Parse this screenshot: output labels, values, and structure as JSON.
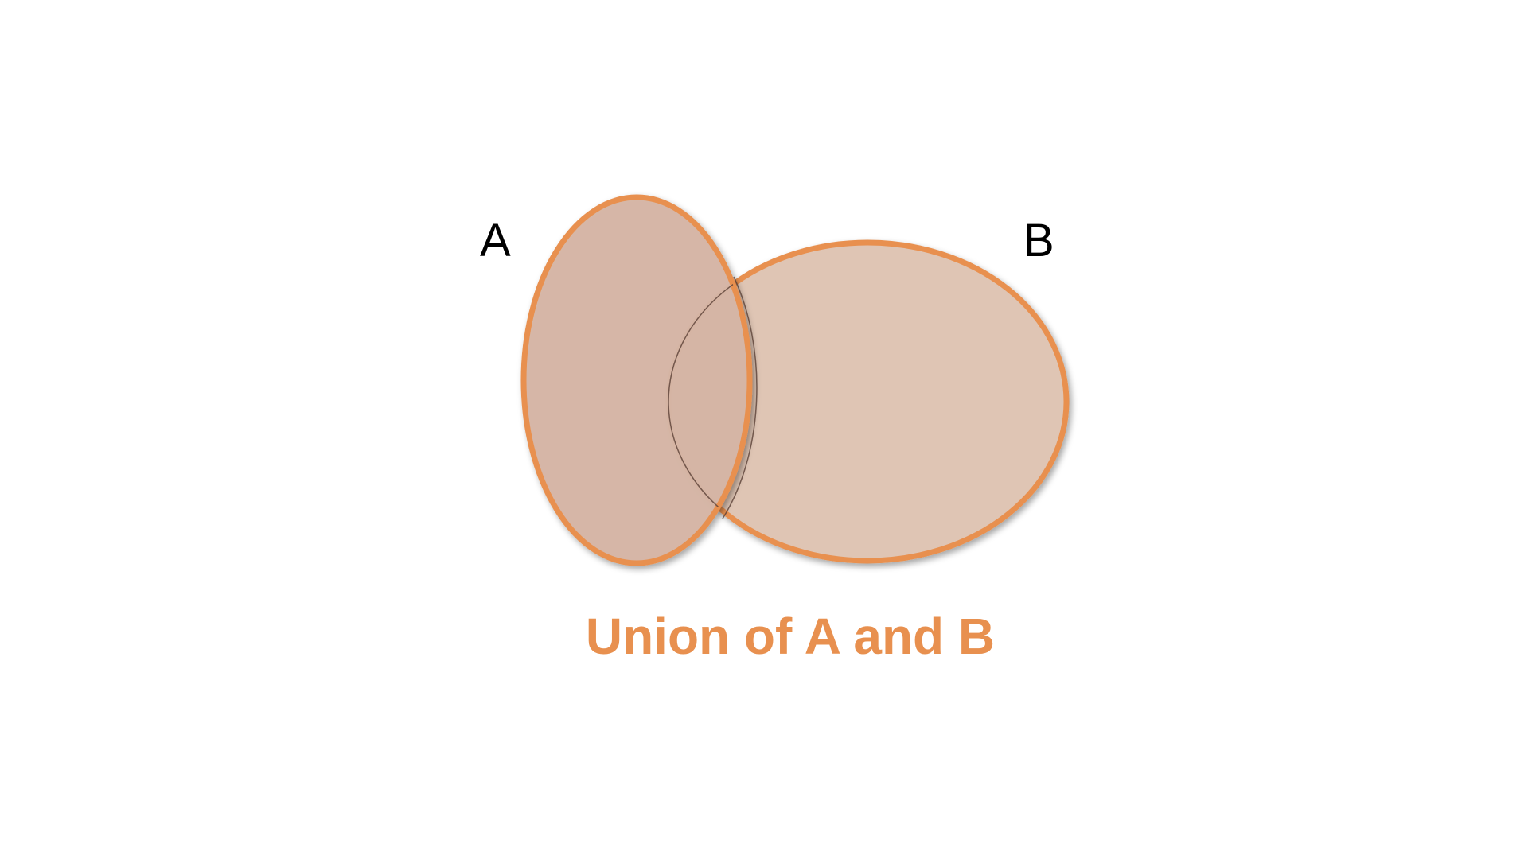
{
  "diagram": {
    "type": "venn-union",
    "sets": [
      {
        "label": "A",
        "fill": "#d6b6a6",
        "stroke": "#e8904f"
      },
      {
        "label": "B",
        "fill": "#dfc5b4",
        "stroke": "#e8904f"
      }
    ],
    "overlap_outline": "#5a4036",
    "caption": "Union of A and B",
    "caption_color": "#e8904f"
  }
}
